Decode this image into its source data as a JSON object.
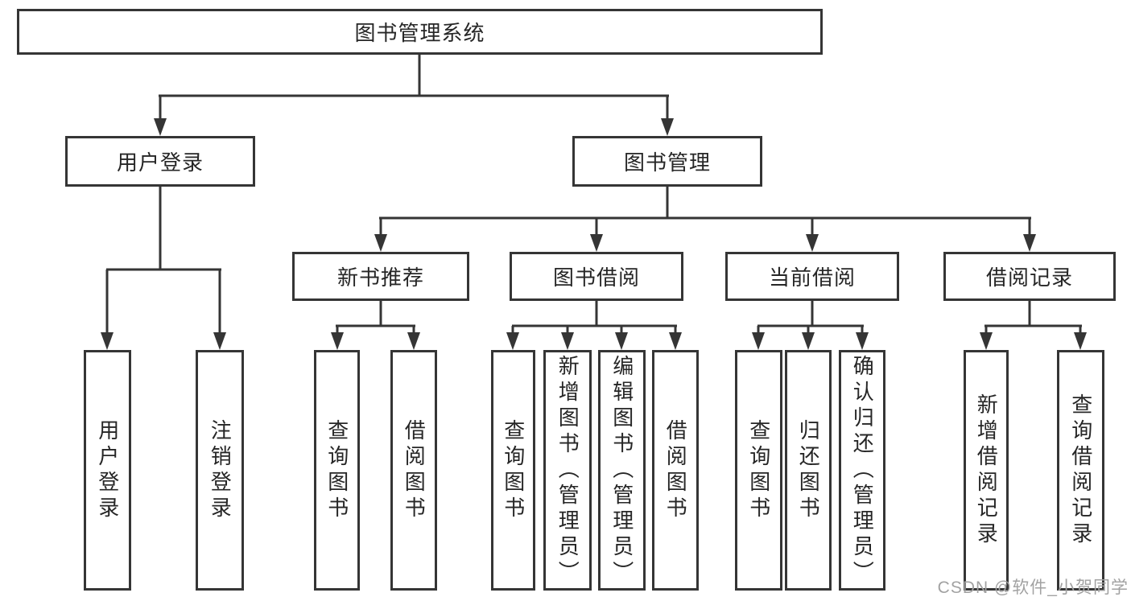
{
  "diagram": {
    "title": "图书管理系统",
    "level2": [
      {
        "label": "用户登录"
      },
      {
        "label": "图书管理"
      }
    ],
    "level3": [
      {
        "label": "新书推荐"
      },
      {
        "label": "图书借阅"
      },
      {
        "label": "当前借阅"
      },
      {
        "label": "借阅记录"
      }
    ],
    "leaves": {
      "user_login": [
        "用户登录",
        "注销登录"
      ],
      "new_books": [
        "查询图书",
        "借阅图书"
      ],
      "book_borrow": [
        "查询图书",
        "新增图书（管理员）",
        "编辑图书（管理员）",
        "借阅图书"
      ],
      "current_borrow": [
        "查询图书",
        "归还图书",
        "确认归还（管理员）"
      ],
      "borrow_records": [
        "新增借阅记录",
        "查询借阅记录"
      ]
    },
    "watermark": "CSDN @软件_小贺同学",
    "colors": {
      "line": "#353535",
      "text": "#262626",
      "watermark": "#a2a2a2",
      "background": "#ffffff"
    }
  }
}
